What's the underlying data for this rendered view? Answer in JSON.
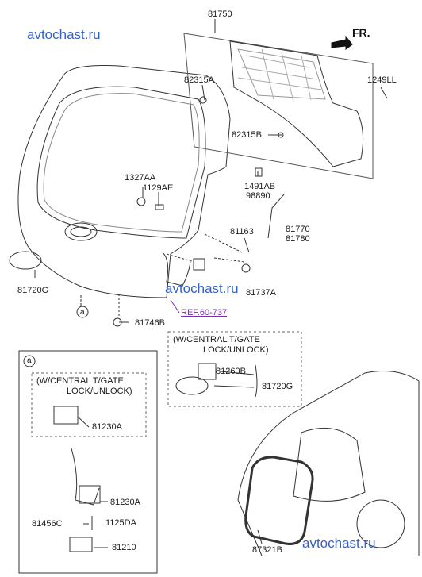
{
  "watermark": "avtochast.ru",
  "direction": "FR.",
  "reference": "REF.60-737",
  "detail_marker": "a",
  "notes": {
    "central_lock_top": [
      "(W/CENTRAL T/GATE",
      "LOCK/UNLOCK)"
    ],
    "central_lock_left": [
      "(W/CENTRAL T/GATE",
      "LOCK/UNLOCK)"
    ]
  },
  "part_numbers": {
    "trim_panel": "81750",
    "clip_a": "82315A",
    "clip_b": "82315B",
    "screw_top": "1249LL",
    "grommet_a": "1327AA",
    "bolt_a": "1129AE",
    "bracket_a": "1491AB",
    "bracket_b": "98890",
    "bumper": "81163",
    "lifter_l": "81770",
    "lifter_r": "81780",
    "emblem": "81720G",
    "stopper": "81737A",
    "cap": "81746B",
    "switch": "81260B",
    "emblem_lock": "81720G",
    "latch_central": "81230A",
    "latch": "81230A",
    "screw_a": "81456C",
    "bolt_b": "1125DA",
    "striker": "81210",
    "weatherstrip": "87321B"
  }
}
